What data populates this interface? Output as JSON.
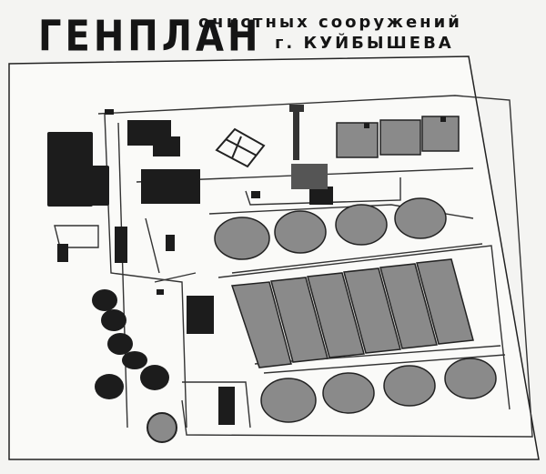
{
  "title": {
    "main": "ГЕНПЛАН",
    "line1": "очистных сооружений",
    "line2": "г. КУЙБЫШЕВА"
  },
  "colors": {
    "paper": "#f4f4f2",
    "ink": "#151515",
    "tank_fill": "#8a8a8a",
    "building": "#1c1c1c"
  }
}
